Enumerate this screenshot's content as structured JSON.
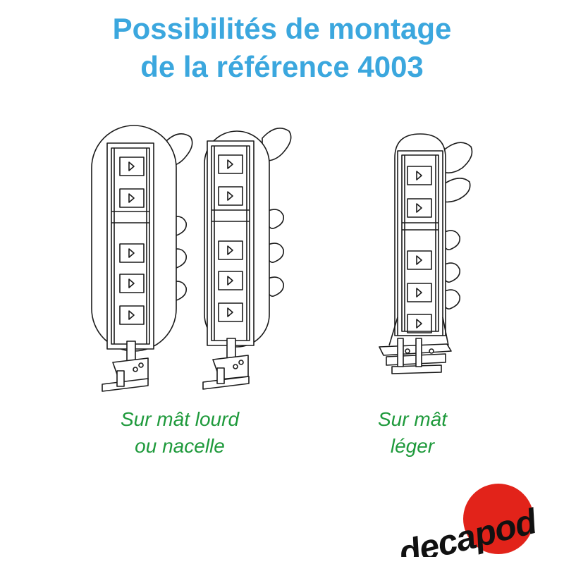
{
  "title": {
    "line1": "Possibilités de montage",
    "line2": "de la référence 4003"
  },
  "captions": {
    "left": {
      "line1": "Sur mât lourd",
      "line2": "ou nacelle"
    },
    "right": {
      "line1": "Sur mât",
      "line2": "léger"
    }
  },
  "logo": {
    "text": "decapod"
  },
  "colors": {
    "title": "#3ba7de",
    "caption": "#1f9a3c",
    "logo_circle": "#e2231a",
    "logo_text": "#111111",
    "line_art": "#1a1a1a"
  }
}
